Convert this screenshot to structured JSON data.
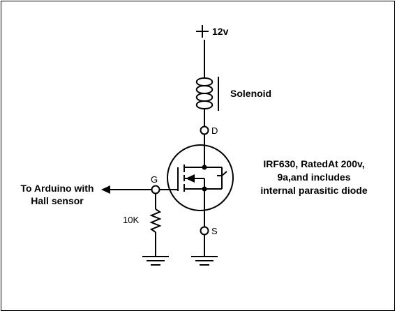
{
  "labels": {
    "supply": "12v",
    "solenoid": "Solenoid",
    "drain": "D",
    "gate": "G",
    "source": "S",
    "resistor": "10K",
    "arduino_line1": "To Arduino with",
    "arduino_line2": "Hall sensor",
    "mosfet_line1": "IRF630, RatedAt 200v,",
    "mosfet_line2": "9a,and includes",
    "mosfet_line3": "internal parasitic diode"
  },
  "colors": {
    "line": "#000000",
    "background": "#ffffff"
  }
}
